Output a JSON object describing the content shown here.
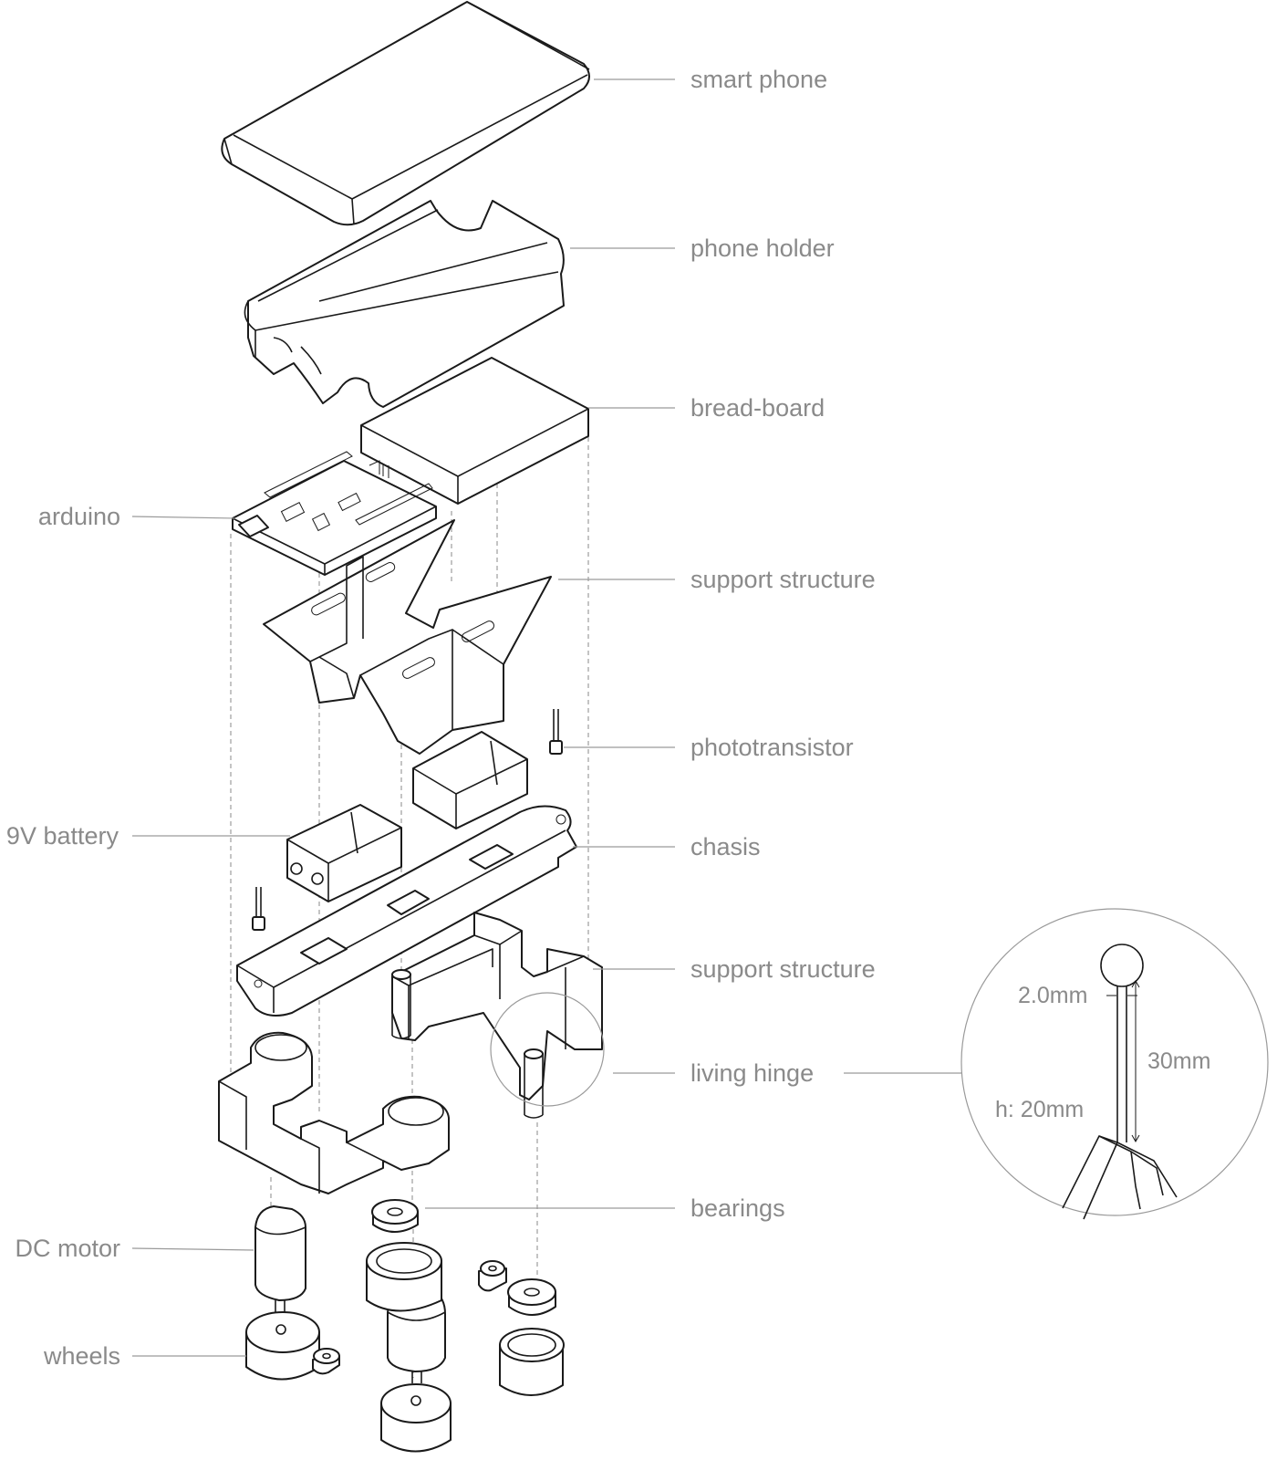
{
  "labels": {
    "smart_phone": "smart phone",
    "phone_holder": "phone holder",
    "bread_board": "bread-board",
    "arduino": "arduino",
    "support_structure_top": "support structure",
    "phototransistor": "phototransistor",
    "battery": "9V battery",
    "chasis": "chasis",
    "support_structure_bottom": "support structure",
    "living_hinge": "living hinge",
    "bearings": "bearings",
    "dc_motor": "DC motor",
    "wheels": "wheels"
  },
  "detail": {
    "thickness": "2.0mm",
    "length": "30mm",
    "height": "h: 20mm"
  },
  "colors": {
    "stroke": "#1a1a1a",
    "leader": "#9a9a9a",
    "label": "#8a8a8a"
  }
}
